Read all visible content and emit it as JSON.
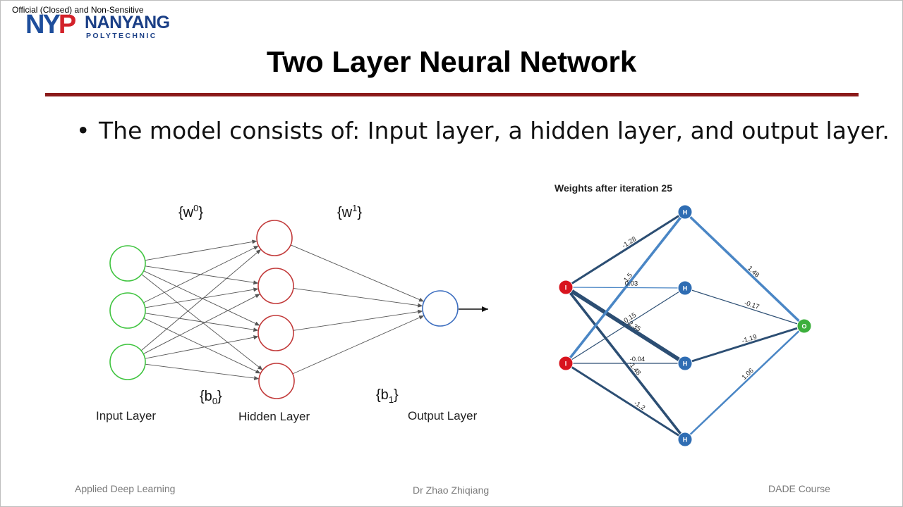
{
  "header": {
    "classification": "Official (Closed) and Non-Sensitive",
    "logo": {
      "mark_n": "N",
      "mark_y": "Y",
      "mark_p": "P",
      "name": "NANYANG",
      "subtitle": "POLYTECHNIC"
    }
  },
  "slide": {
    "title": "Two Layer Neural Network",
    "bullet": "The model consists of: Input layer, a hidden layer, and output layer."
  },
  "left_diagram": {
    "w0_base": "{w",
    "w0_sup": "0",
    "w0_close": "}",
    "w1_base": "{w",
    "w1_sup": "1",
    "w1_close": "}",
    "b0_base": "{b",
    "b0_sub": "0",
    "b0_close": "}",
    "b1_base": "{b",
    "b1_sub": "1",
    "b1_close": "}",
    "input_label": "Input Layer",
    "hidden_label": "Hidden Layer",
    "output_label": "Output Layer",
    "colors": {
      "input": "#3fc43f",
      "hidden": "#c23a3a",
      "output": "#3b6dbf",
      "edge": "#555555"
    }
  },
  "right_diagram": {
    "title": "Weights after iteration 25",
    "input_node_label": "I",
    "hidden_node_label": "H",
    "output_node_label": "O",
    "weights_in": [
      {
        "from": 1,
        "to": 1,
        "label": "-1.28"
      },
      {
        "from": 1,
        "to": 2,
        "label": "0.03"
      },
      {
        "from": 1,
        "to": 3,
        "label": "-2.35"
      },
      {
        "from": 1,
        "to": 4,
        "label": "-1.48"
      },
      {
        "from": 2,
        "to": 1,
        "label": "1.5"
      },
      {
        "from": 2,
        "to": 2,
        "label": "-0.15"
      },
      {
        "from": 2,
        "to": 3,
        "label": "-0.04"
      },
      {
        "from": 2,
        "to": 4,
        "label": "-1.2"
      }
    ],
    "weights_out": [
      {
        "from": 1,
        "label": "1.48"
      },
      {
        "from": 2,
        "label": "-0.17"
      },
      {
        "from": 3,
        "label": "-1.19"
      },
      {
        "from": 4,
        "label": "1.06"
      }
    ],
    "colors": {
      "input": "#d8141e",
      "hidden": "#2f6db3",
      "output": "#3caf3c",
      "positive": "#4a86c5",
      "negative": "#2c4e73"
    }
  },
  "footer": {
    "left": "Applied Deep Learning",
    "center": "Dr Zhao Zhiqiang",
    "right": "DADE Course"
  }
}
